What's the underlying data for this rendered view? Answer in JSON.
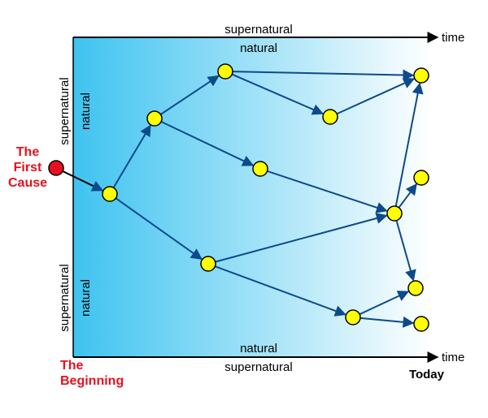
{
  "labels": {
    "top_outer": "supernatural",
    "top_inner": "natural",
    "bottom_inner": "natural",
    "bottom_outer": "supernatural",
    "time_top": "time",
    "time_bottom": "time",
    "left_top_outer": "supernatural",
    "left_top_inner": "natural",
    "left_bottom_outer": "supernatural",
    "left_bottom_inner": "natural",
    "first_cause": [
      "The",
      "First",
      "Cause"
    ],
    "beginning": [
      "The",
      "Beginning"
    ],
    "today": "Today"
  },
  "colors": {
    "gradient_left": "#3ec3f0",
    "gradient_right": "#ffffff",
    "arrow": "#0d4a8c",
    "node_fill": "#ffff00",
    "node_stroke": "#000000",
    "first_cause_fill": "#e8101e",
    "red_text": "#e8101e",
    "axis": "#000000"
  },
  "nodes": [
    {
      "id": "first-cause",
      "type": "cause"
    },
    {
      "id": "n1"
    },
    {
      "id": "n2"
    },
    {
      "id": "n3"
    },
    {
      "id": "n4"
    },
    {
      "id": "n5"
    },
    {
      "id": "n6"
    },
    {
      "id": "n7"
    },
    {
      "id": "n8"
    },
    {
      "id": "n9"
    },
    {
      "id": "n10"
    },
    {
      "id": "n11"
    },
    {
      "id": "n12"
    },
    {
      "id": "n13"
    }
  ],
  "edges": [
    [
      "first-cause",
      "n1"
    ],
    [
      "n1",
      "n2"
    ],
    [
      "n1",
      "n3"
    ],
    [
      "n2",
      "n4"
    ],
    [
      "n2",
      "n5"
    ],
    [
      "n4",
      "n6"
    ],
    [
      "n4",
      "n7"
    ],
    [
      "n7",
      "n6"
    ],
    [
      "n5",
      "n8"
    ],
    [
      "n8",
      "n6"
    ],
    [
      "n8",
      "n9"
    ],
    [
      "n8",
      "n10"
    ],
    [
      "n3",
      "n8"
    ],
    [
      "n3",
      "n11"
    ],
    [
      "n11",
      "n12"
    ],
    [
      "n11",
      "n13"
    ]
  ]
}
